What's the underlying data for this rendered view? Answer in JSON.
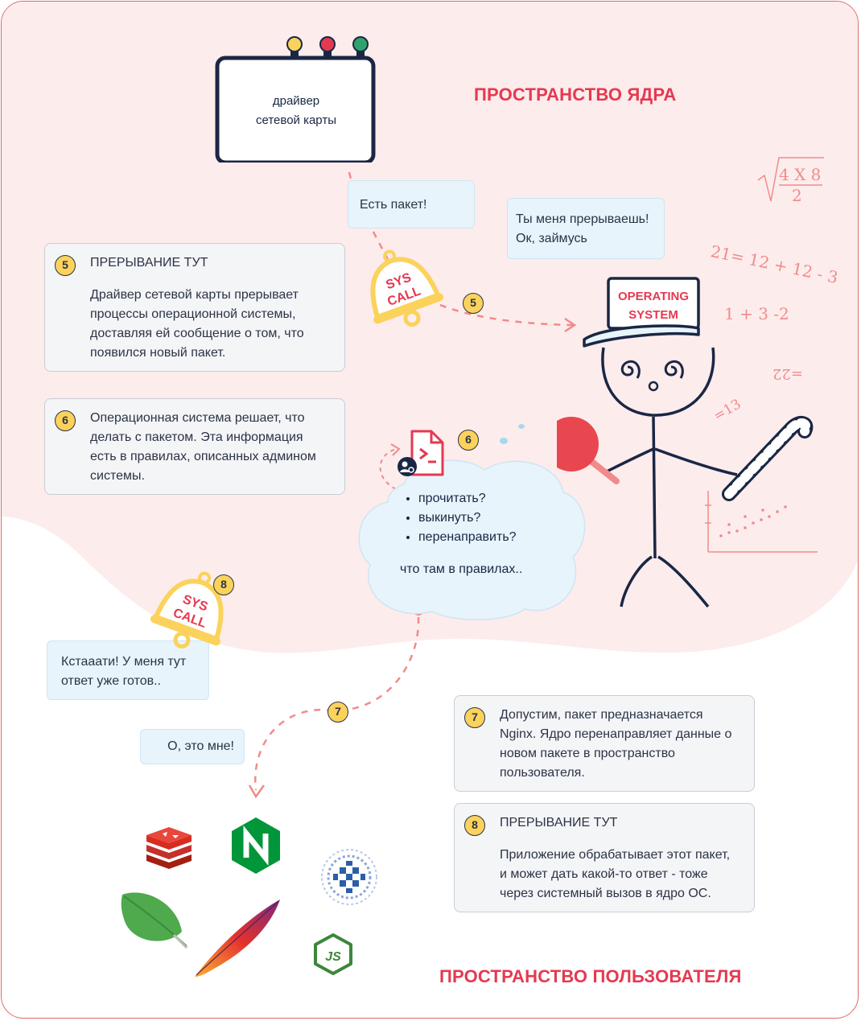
{
  "titles": {
    "kernel_space": "ПРОСТРАНСТВО ЯДРА",
    "user_space": "ПРОСТРАНСТВО ПОЛЬЗОВАТЕЛЯ"
  },
  "monitor": {
    "line1": "драйвер",
    "line2": "сетевой карты"
  },
  "bubbles": {
    "packet": "Есть пакет!",
    "os_reply_line1": "Ты меня прерываешь!",
    "os_reply_line2": "Ок, займусь",
    "app_ready_line1": "Кстааати! У меня тут",
    "app_ready_line2": "ответ уже готов..",
    "its_mine": "О, это мне!"
  },
  "cards": [
    {
      "num": "5",
      "head": "ПРЕРЫВАНИЕ ТУТ",
      "lines": [
        "Драйвер сетевой карты прерывает",
        "процессы операционной системы,",
        "доставляя ей сообщение о том, что",
        "появился новый пакет."
      ]
    },
    {
      "num": "6",
      "head": "",
      "lines": [
        "Операционная система решает, что",
        "делать с пакетом. Эта информация",
        "есть в правилах, описанных админом",
        "системы."
      ]
    },
    {
      "num": "7",
      "head": "",
      "lines": [
        "Допустим, пакет предназначается",
        "Nginx. Ядро перенаправляет данные о",
        "новом пакете в пространство",
        "пользователя."
      ]
    },
    {
      "num": "8",
      "head": "ПРЕРЫВАНИЕ ТУТ",
      "lines": [
        "Приложение обрабатывает этот пакет,",
        "и может дать какой-то ответ - тоже",
        "через системный вызов в ядро ОС."
      ]
    }
  ],
  "cloud": {
    "options": [
      "прочитать?",
      "выкинуть?",
      "перенаправить?"
    ],
    "footer": "что там в правилах.."
  },
  "syscall": {
    "line1": "SYS",
    "line2": "CALL"
  },
  "os_cap": {
    "line1": "OPERATING",
    "line2": "SYSTEM"
  },
  "step_markers": {
    "s5": "5",
    "s6": "6",
    "s7": "7",
    "s8": "8"
  },
  "math": {
    "sqrt_top": "4 X 8",
    "sqrt_bottom": "2",
    "eq1": "21= 12 + 12 - 3",
    "eq2": "1 + 3 -2",
    "eq3": "=22",
    "eq4": "=13"
  },
  "logos": [
    "redis-logo",
    "nginx-logo",
    "mongodb-logo",
    "apache-feather-logo",
    "memcached-logo",
    "nodejs-logo"
  ],
  "colors": {
    "accent_red": "#e53950",
    "kernel_bg": "#fdecec",
    "card_bg": "#f3f5f7",
    "bubble_bg": "#e7f4fb",
    "marker_yellow": "#fbd25b",
    "navy": "#1a2744"
  }
}
